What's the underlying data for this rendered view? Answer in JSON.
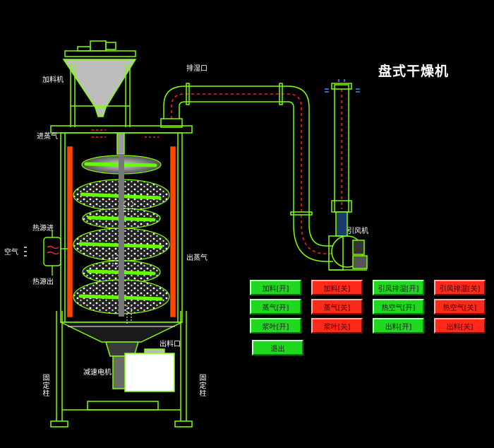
{
  "title": "盘式干燥机",
  "labels": {
    "hopper": "加料机",
    "exhaust_port": "排湿口",
    "steam_in": "进蒸气",
    "heat_source_in": "热源进",
    "air": "空气",
    "heat_source_out": "热源出",
    "steam_out": "出蒸气",
    "discharge_port": "出料口",
    "reducer_motor": "减速电机",
    "fixed_column_left": "固定柱",
    "fixed_column_right": "固定柱",
    "fan": "引风机"
  },
  "buttons": [
    {
      "label": "加料[开]",
      "color": "green"
    },
    {
      "label": "加料[关]",
      "color": "red"
    },
    {
      "label": "引风排湿[开]",
      "color": "green"
    },
    {
      "label": "引风排湿[关]",
      "color": "red"
    },
    {
      "label": "蒸气[开]",
      "color": "green"
    },
    {
      "label": "蒸气[关]",
      "color": "red"
    },
    {
      "label": "热空气[开]",
      "color": "green"
    },
    {
      "label": "热空气[关]",
      "color": "red"
    },
    {
      "label": "浆叶[开]",
      "color": "green"
    },
    {
      "label": "浆叶[关]",
      "color": "red"
    },
    {
      "label": "出料[开]",
      "color": "green"
    },
    {
      "label": "出料[关]",
      "color": "red"
    },
    {
      "label": "退出",
      "color": "green"
    }
  ],
  "colors": {
    "frame": "#7fff00",
    "pipe_dash": "#ff2020",
    "tube": "#ff4500",
    "button_green": "#1fd81f",
    "button_red": "#ff2a1a"
  }
}
